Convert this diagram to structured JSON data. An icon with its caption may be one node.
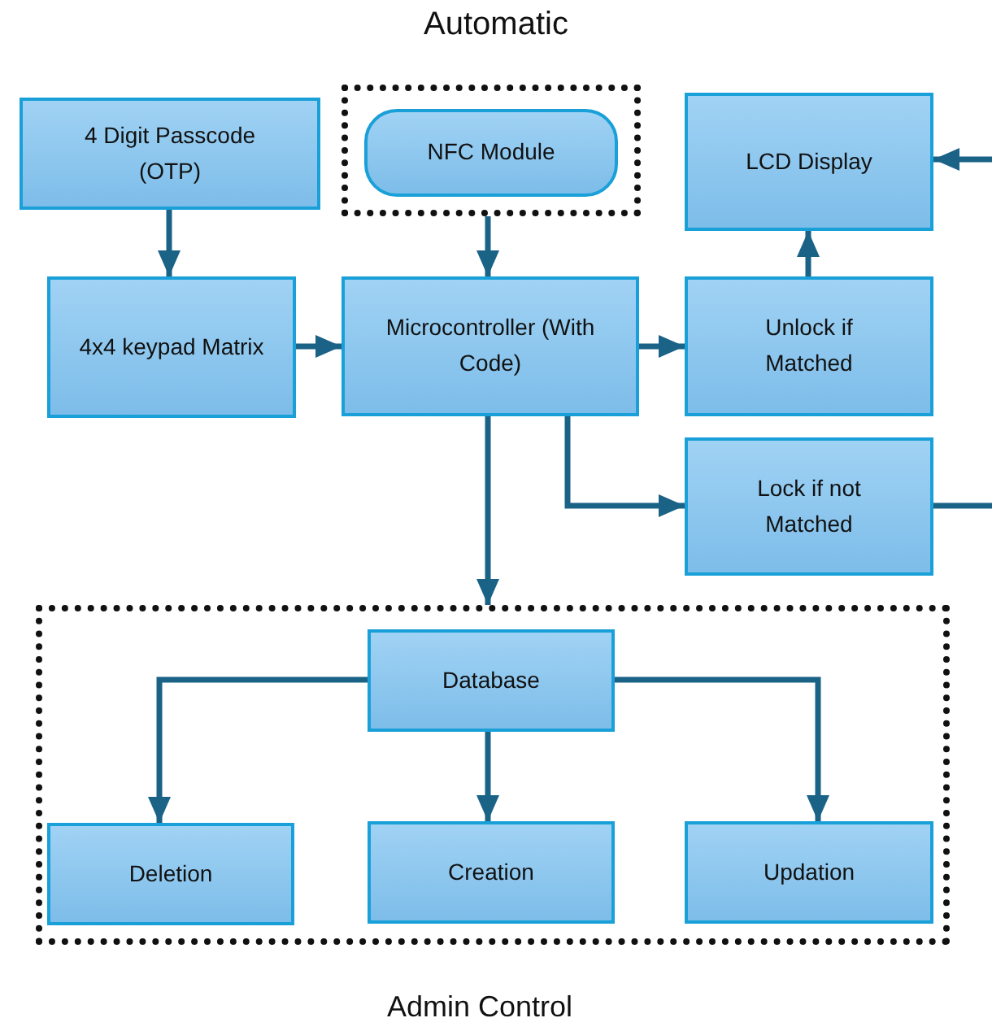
{
  "diagram": {
    "title": "Automatic",
    "caption": "Admin Control",
    "nodes": [
      {
        "text": [
          "4 Digit Passcode (OTP)"
        ]
      },
      {
        "text": [],
        "shape": "box"
      },
      {
        "text": [
          "NFC Module"
        ],
        "in": 1
      },
      {
        "text": [
          "LCD Display"
        ]
      },
      {
        "text": [
          "4x4 keypad Matrix"
        ]
      },
      {
        "text": [
          "Microcontroller (With Code)"
        ]
      },
      {
        "text": [
          "Unlock if Matched"
        ]
      },
      {
        "text": [
          "Lock if not Matched"
        ]
      },
      {
        "text": [],
        "shape": "box"
      },
      {
        "text": [
          "Database"
        ],
        "in": 8
      },
      {
        "text": [
          "Deletion"
        ],
        "in": 8
      },
      {
        "text": [
          "Creation"
        ],
        "in": 8
      },
      {
        "text": [
          "Updation"
        ],
        "in": 8
      }
    ],
    "edges": [
      {
        "from": 0,
        "to": 4,
        "arrow": "to"
      },
      {
        "from": 1,
        "to": 5,
        "arrow": "to"
      },
      {
        "from": 4,
        "to": 5,
        "arrow": "to"
      },
      {
        "from": 5,
        "to": 6,
        "arrow": "to"
      },
      {
        "from": 6,
        "to": 3,
        "arrow": "to"
      },
      {
        "from": 5,
        "to": 7,
        "arrow": "to"
      },
      {
        "from": 5,
        "to": 8,
        "arrow": "to"
      },
      {
        "from": 9,
        "to": 10,
        "arrow": "to"
      },
      {
        "from": 9,
        "to": 11,
        "arrow": "to"
      },
      {
        "from": 9,
        "to": 12,
        "arrow": "to"
      },
      {
        "from": 7,
        "to": null,
        "arrow": "none"
      },
      {
        "from": null,
        "to": 3,
        "arrow": "to"
      }
    ]
  }
}
